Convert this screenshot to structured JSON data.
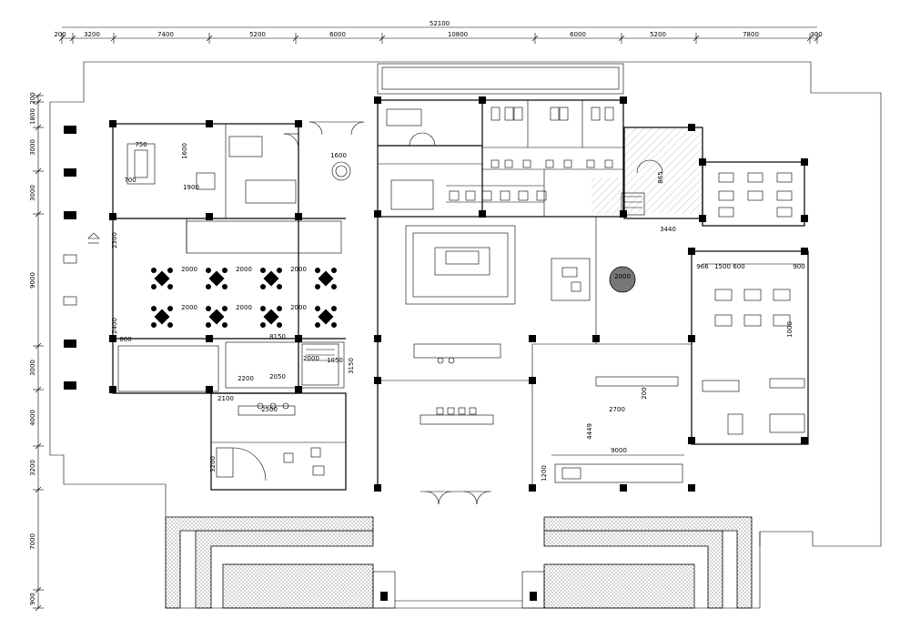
{
  "top_dimensions": {
    "overall": "52100",
    "segments": [
      "200",
      "3200",
      "7400",
      "5200",
      "6000",
      "10800",
      "6000",
      "5200",
      "7800",
      "300"
    ]
  },
  "left_dimensions": {
    "segments": [
      "200",
      "1800",
      "3000",
      "3000",
      "9000",
      "3000",
      "4000",
      "3200",
      "7000",
      "900"
    ]
  },
  "annotations": {
    "round_table_1600": "1600",
    "round_table_2000": "2000",
    "dining_2000_a": "2000",
    "dining_2000_b": "2000",
    "dining_2000_c": "2000",
    "dining_2000_d": "2000",
    "dining_2000_e": "2000",
    "dining_2000_f": "2000",
    "dim_8150": "8150",
    "dim_2200": "2200",
    "dim_2050": "2050",
    "dim_2000_stair": "2000",
    "dim_3440": "3440",
    "dim_2700": "2700",
    "dim_9000": "9000",
    "dim_4449": "4449",
    "dim_1200": "1200",
    "dim_200": "200",
    "dim_865": "865",
    "dim_2500": "2500",
    "dim_2300": "2300",
    "dim_2400": "2400",
    "dim_800": "800",
    "dim_750": "750",
    "dim_700": "700",
    "dim_1050": "1050",
    "dim_1500": "1500",
    "dim_966": "966",
    "dim_900": "900",
    "dim_600": "600",
    "dim_3150": "3150",
    "dim_1000": "1000",
    "dim_1600v": "1600",
    "dim_1900": "1900",
    "dim_2100": "2100",
    "dim_3200": "3200"
  },
  "colors": {
    "line": "#000000",
    "round_table_fill": "#777777",
    "background": "#ffffff"
  }
}
